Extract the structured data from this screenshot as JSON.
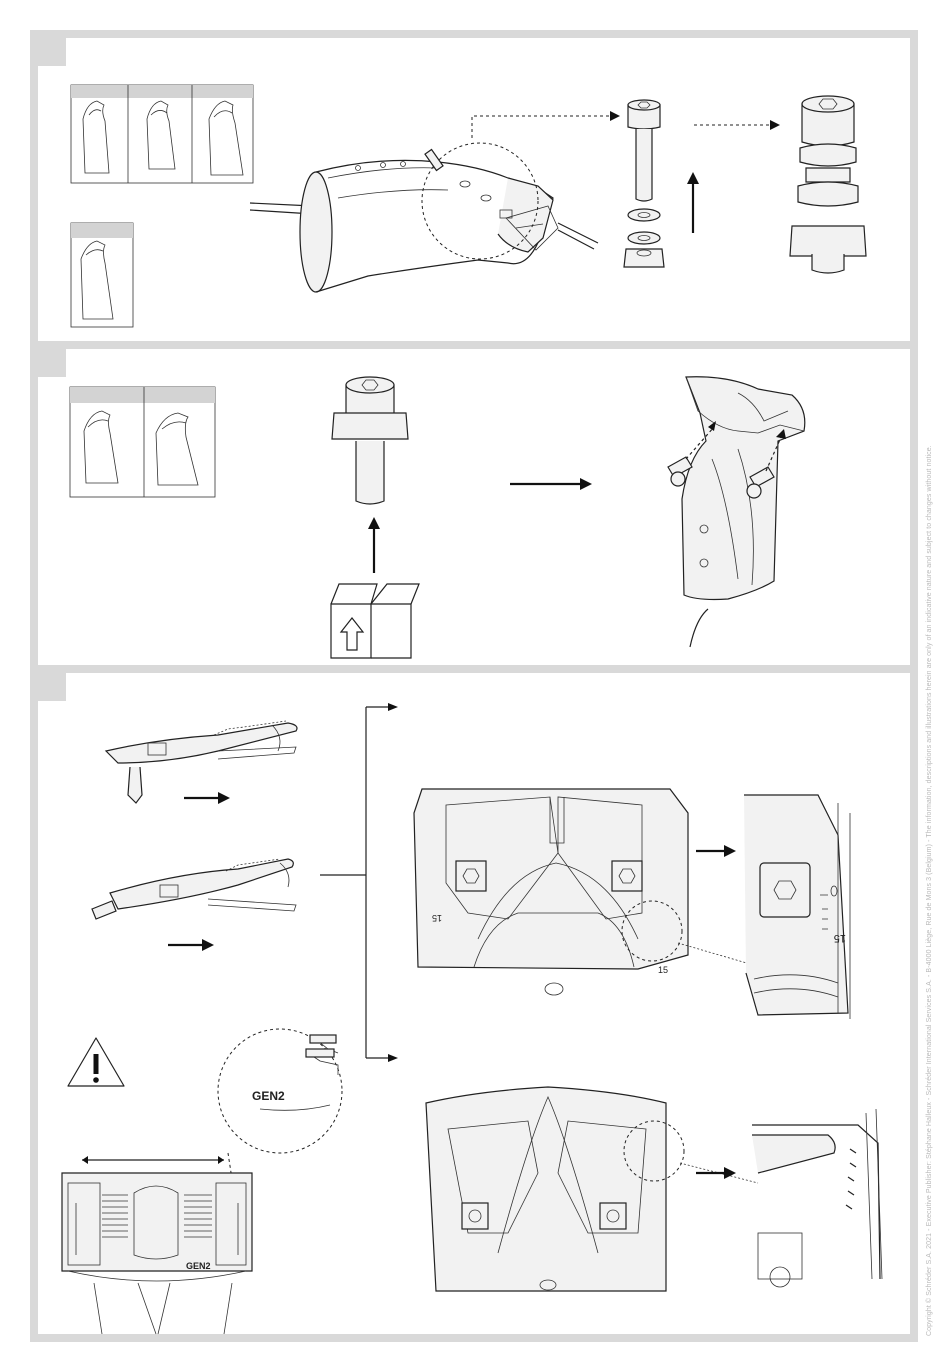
{
  "copyright": "Copyright © Schréder S.A. 2021 - Executive Publisher: Stéphane Halleux - Schréder International Services S.A. - B-4000 Liège, Rue de Mons 3 (Belgium) - The information, descriptions and illustrations herein are only of an indicative nature and subject to changes without notice.",
  "steps": [
    {
      "name": "step-1"
    },
    {
      "name": "step-2"
    },
    {
      "name": "step-3"
    }
  ],
  "labels": {
    "gen2_zoom": "GEN2",
    "gen2_small": "GEN2",
    "scale_top": "15",
    "scale_zoom": "15",
    "scale_left": "15"
  },
  "icons": {
    "warning": "warning-icon",
    "box": "package-icon"
  },
  "colors": {
    "frame": "#d9d9d9",
    "panel": "#ffffff",
    "line": "#222222",
    "copyright": "#b9b9b9"
  }
}
